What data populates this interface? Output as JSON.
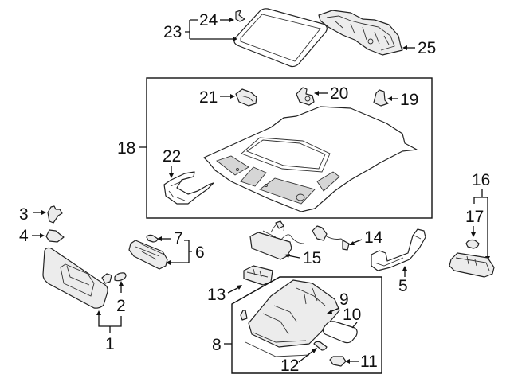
{
  "diagram": {
    "title": "Roof interior trim components (exploded view)",
    "colors": {
      "line": "#111111",
      "part_fill": "#ececec",
      "background": "#ffffff"
    },
    "callouts": [
      {
        "id": "1",
        "label": "1",
        "part": "sun-visor"
      },
      {
        "id": "2",
        "label": "2",
        "part": "visor-mirror-lamp-lens"
      },
      {
        "id": "3",
        "label": "3",
        "part": "visor-bracket"
      },
      {
        "id": "4",
        "label": "4",
        "part": "visor-clip"
      },
      {
        "id": "5",
        "label": "5",
        "part": "grab-handle"
      },
      {
        "id": "6",
        "label": "6",
        "part": "dome-lamp-assembly"
      },
      {
        "id": "7",
        "label": "7",
        "part": "dome-lamp-bulb"
      },
      {
        "id": "8",
        "label": "8",
        "part": "overhead-console-assembly"
      },
      {
        "id": "9",
        "label": "9",
        "part": "overhead-console-housing"
      },
      {
        "id": "10",
        "label": "10",
        "part": "console-lens"
      },
      {
        "id": "11",
        "label": "11",
        "part": "console-cover"
      },
      {
        "id": "12",
        "label": "12",
        "part": "console-bulb"
      },
      {
        "id": "13",
        "label": "13",
        "part": "switch-unit"
      },
      {
        "id": "14",
        "label": "14",
        "part": "harness-sensor"
      },
      {
        "id": "15",
        "label": "15",
        "part": "control-module-harness"
      },
      {
        "id": "16",
        "label": "16",
        "part": "cargo-lamp-assembly"
      },
      {
        "id": "17",
        "label": "17",
        "part": "cargo-lamp-bulb"
      },
      {
        "id": "18",
        "label": "18",
        "part": "headliner-assembly"
      },
      {
        "id": "19",
        "label": "19",
        "part": "headliner-clip"
      },
      {
        "id": "20",
        "label": "20",
        "part": "headliner-retainer"
      },
      {
        "id": "21",
        "label": "21",
        "part": "headliner-bracket"
      },
      {
        "id": "22",
        "label": "22",
        "part": "wiring-harness"
      },
      {
        "id": "23",
        "label": "23",
        "part": "sunroof-seal-assembly"
      },
      {
        "id": "24",
        "label": "24",
        "part": "seal-clip"
      },
      {
        "id": "25",
        "label": "25",
        "part": "roof-insulator"
      }
    ]
  }
}
